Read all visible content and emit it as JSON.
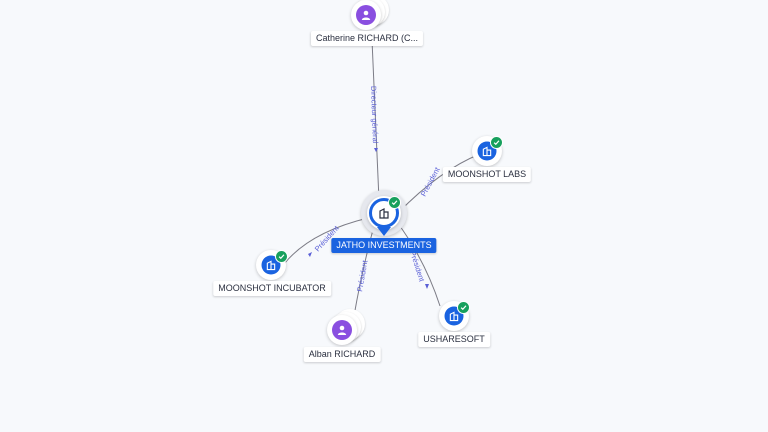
{
  "colors": {
    "company": "#1a63e0",
    "person": "#8a4fe0",
    "verified": "#17a05d",
    "edge_label": "#5a5fd6",
    "background": "#f7f9fc"
  },
  "nodes": {
    "catherine": {
      "label": "Catherine RICHARD (C...",
      "kind": "person",
      "icon": "person-icon"
    },
    "moonshot_labs": {
      "label": "MOONSHOT LABS",
      "kind": "company",
      "icon": "building-icon",
      "verified": true
    },
    "jatho": {
      "label": "JATHO INVESTMENTS",
      "kind": "company",
      "icon": "building-icon",
      "verified": true
    },
    "moonshot_incubator": {
      "label": "MOONSHOT INCUBATOR",
      "kind": "company",
      "icon": "building-icon",
      "verified": true
    },
    "alban": {
      "label": "Alban RICHARD",
      "kind": "person",
      "icon": "person-icon"
    },
    "usharesoft": {
      "label": "USHARESOFT",
      "kind": "company",
      "icon": "building-icon",
      "verified": true
    }
  },
  "edges": {
    "catherine_jatho": "Directeur général",
    "jatho_moonshot_labs": "Président",
    "jatho_moonshot_incubator": "Président",
    "alban_jatho": "Président",
    "jatho_usharesoft": "Président"
  }
}
